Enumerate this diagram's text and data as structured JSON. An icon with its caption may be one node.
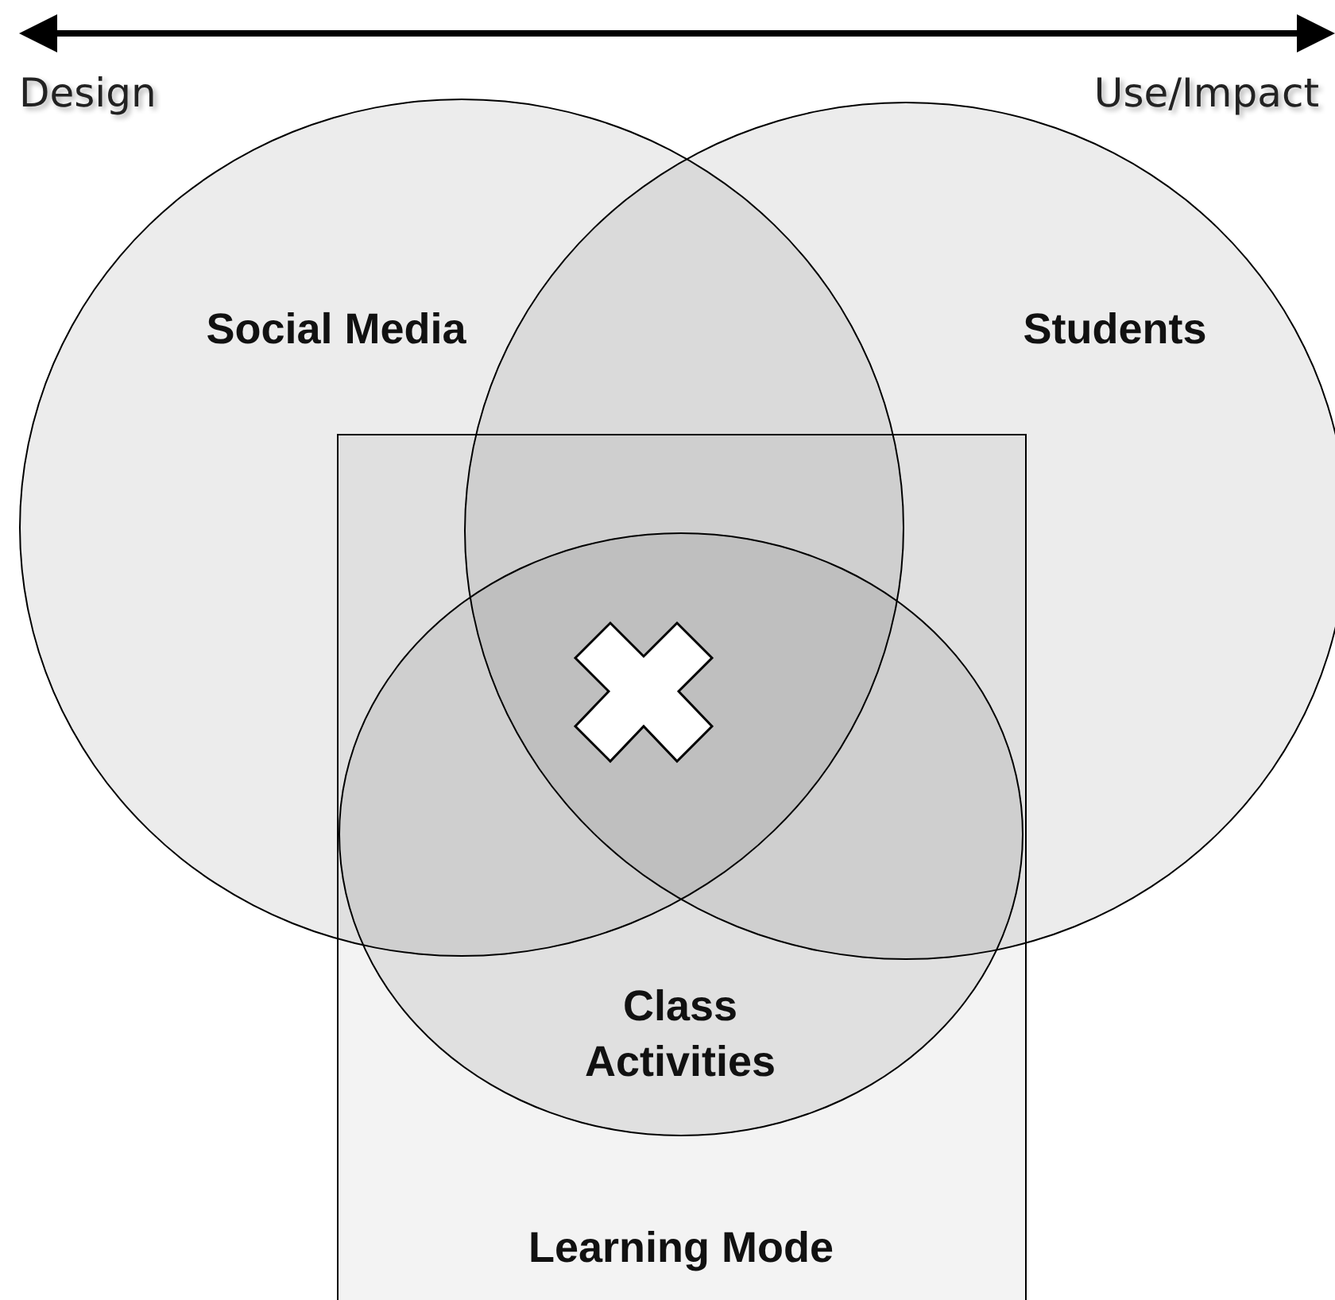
{
  "diagram": {
    "nodes": [
      {
        "text": [
          "Social Media"
        ]
      },
      {
        "text": [
          "Students"
        ]
      },
      {
        "text": [
          "Class Activities"
        ],
        "in": 3
      },
      {
        "text": [
          "Learning Mode"
        ]
      }
    ],
    "labels": [
      "Design",
      "Use/Impact"
    ]
  }
}
